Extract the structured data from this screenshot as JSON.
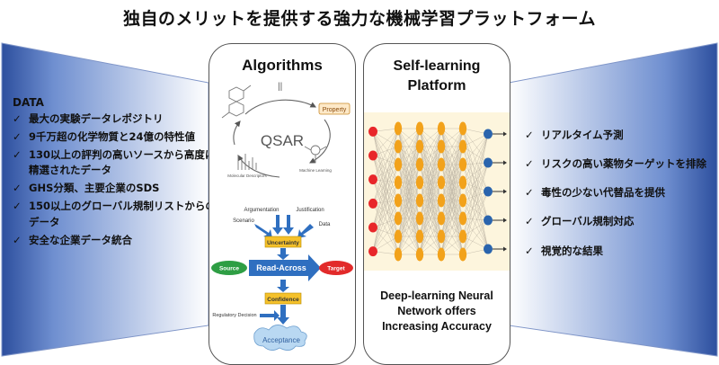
{
  "title": "独自のメリットを提供する強力な機械学習プラットフォーム",
  "left_panel": {
    "heading": "DATA",
    "items": [
      "最大の実験データレポジトリ",
      "9千万超の化学物質と24億の特性値",
      "130以上の評判の高いソースから高度に精選されたデータ",
      "GHS分類、主要企業のSDS",
      "150以上のグローバル規制リストからのデータ",
      "安全な企業データ統合"
    ]
  },
  "algorithms_card": {
    "title": "Algorithms",
    "qsar": "QSAR",
    "property": "Property",
    "molecular_descriptors": "Molecular Descriptors",
    "machine_learning": "Machine Learning",
    "flow": {
      "argumentation": "Argumentation",
      "justification": "Justification",
      "scenario": "Scenario",
      "data": "Data",
      "uncertainty": "Uncertainty",
      "source": "Source",
      "read_across": "Read-Across",
      "target": "Target",
      "confidence": "Confidence",
      "regulatory_decision": "Regulatory Decision",
      "acceptance": "Acceptance"
    }
  },
  "nn_card": {
    "title_line1": "Self-learning",
    "title_line2": "Platform",
    "caption": "Deep-learning Neural Network offers Increasing Accuracy"
  },
  "right_panel": {
    "items": [
      "リアルタイム予測",
      "リスクの高い薬物ターゲットを排除",
      "毒性の少ない代替品を提供",
      "グローバル規制対応",
      "視覚的な結果"
    ]
  },
  "colors": {
    "panel_gradient_start": "#2d4f9e",
    "panel_gradient_end": "#ffffff",
    "nn_input": "#e8262a",
    "nn_hidden": "#f2a21b",
    "nn_output": "#2a64ad",
    "flow_arrow": "#2f6fc0",
    "uncertainty_box": "#f5c12a",
    "source_green": "#2e9e44",
    "target_red": "#e22a2a"
  }
}
